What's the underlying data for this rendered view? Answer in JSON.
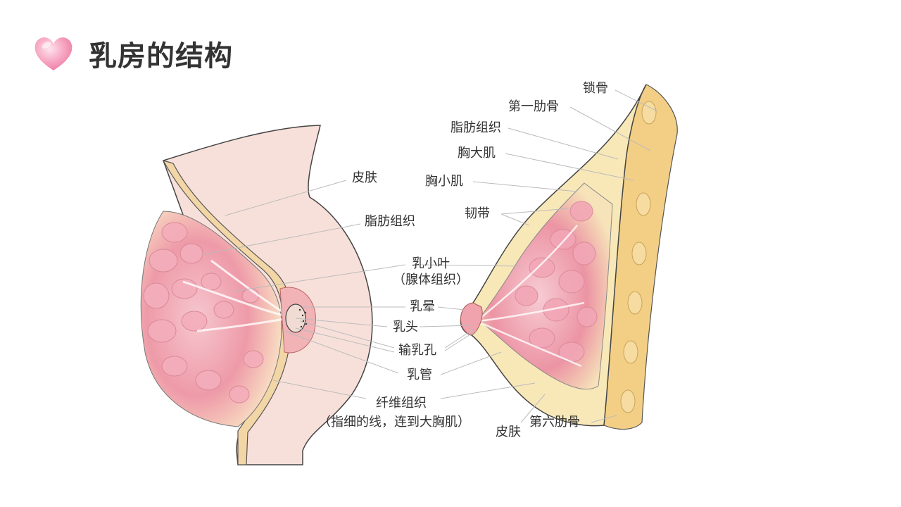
{
  "slide": {
    "title": "乳房的结构",
    "accent_color": "#f07aa0",
    "heart_icon": "heart-icon"
  },
  "left_labels": {
    "skin": "皮肤",
    "fat": "脂肪组织",
    "lobule": "乳小叶",
    "lobule_sub": "（腺体组织）",
    "areola": "乳晕",
    "nipple": "乳头",
    "duct_opening": "输乳孔",
    "duct": "乳管",
    "fiber": "纤维组织",
    "fiber_sub": "（指细的线，连到大胸肌）"
  },
  "right_labels": {
    "clavicle": "锁骨",
    "rib1": "第一肋骨",
    "fat": "脂肪组织",
    "pec_major": "胸大肌",
    "pec_minor": "胸小肌",
    "ligament": "韧带",
    "rib6": "第六肋骨",
    "skin": "皮肤"
  }
}
